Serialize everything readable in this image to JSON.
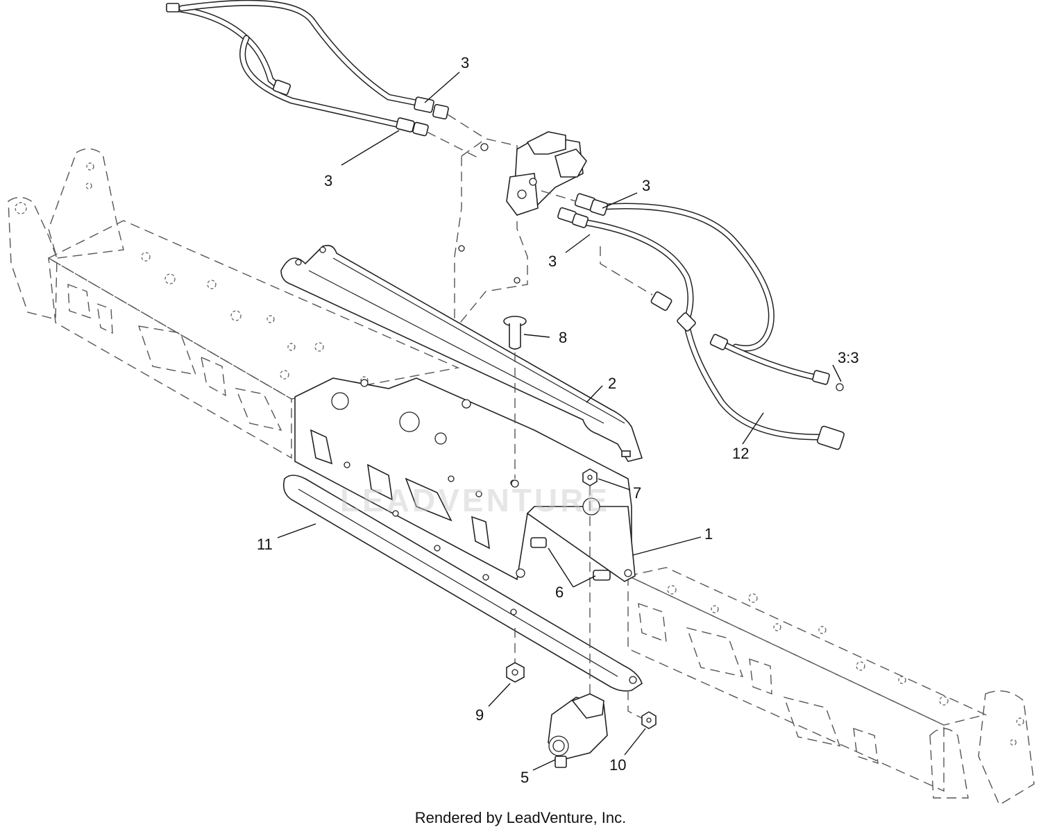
{
  "callouts": [
    {
      "id": "c3a",
      "label": "3"
    },
    {
      "id": "c3b",
      "label": "3"
    },
    {
      "id": "c3c",
      "label": "3"
    },
    {
      "id": "c3d",
      "label": "3"
    },
    {
      "id": "c33",
      "label": "3:3"
    },
    {
      "id": "c8",
      "label": "8"
    },
    {
      "id": "c2",
      "label": "2"
    },
    {
      "id": "c12",
      "label": "12"
    },
    {
      "id": "c7",
      "label": "7"
    },
    {
      "id": "c1",
      "label": "1"
    },
    {
      "id": "c11",
      "label": "11"
    },
    {
      "id": "c6",
      "label": "6"
    },
    {
      "id": "c9",
      "label": "9"
    },
    {
      "id": "c10",
      "label": "10"
    },
    {
      "id": "c5",
      "label": "5"
    }
  ],
  "watermark": "LEADVENTURE",
  "credit": "Rendered by LeadVenture, Inc."
}
